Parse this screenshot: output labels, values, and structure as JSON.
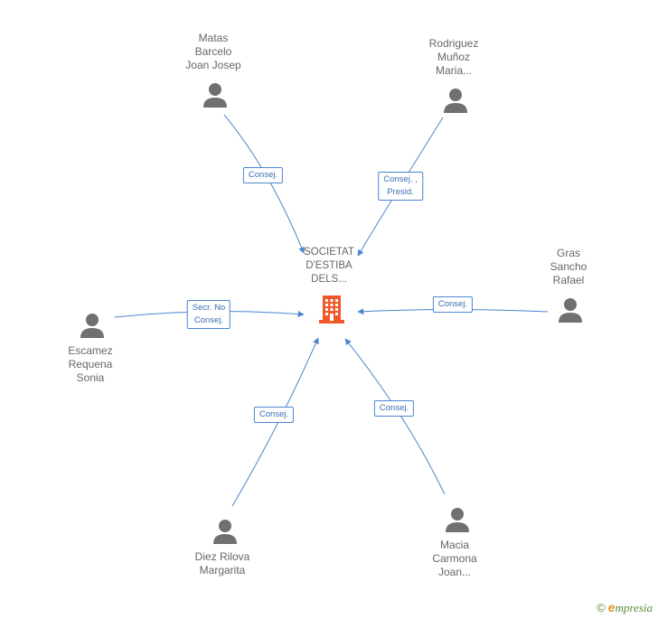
{
  "company": {
    "label_lines": [
      "SOCIETAT",
      "D'ESTIBA",
      "DELS..."
    ],
    "icon": "building-icon",
    "color": "#f0582a"
  },
  "people": [
    {
      "id": "matas",
      "lines": [
        "Matas",
        "Barcelo",
        "Joan Josep"
      ],
      "icon": "person-icon",
      "edge_label": [
        "Consej."
      ]
    },
    {
      "id": "rodriguez",
      "lines": [
        "Rodriguez",
        "Muñoz",
        "Maria..."
      ],
      "icon": "person-icon",
      "edge_label": [
        "Consej. ,",
        "Presid."
      ]
    },
    {
      "id": "gras",
      "lines": [
        "Gras",
        "Sancho",
        "Rafael"
      ],
      "icon": "person-icon",
      "edge_label": [
        "Consej."
      ]
    },
    {
      "id": "escamez",
      "lines": [
        "Escamez",
        "Requena",
        "Sonia"
      ],
      "icon": "person-icon",
      "edge_label": [
        "Secr.  No",
        "Consej."
      ]
    },
    {
      "id": "diez",
      "lines": [
        "Diez Rilova",
        "Margarita"
      ],
      "icon": "person-icon",
      "edge_label": [
        "Consej."
      ]
    },
    {
      "id": "macia",
      "lines": [
        "Macia",
        "Carmona",
        "Joan..."
      ],
      "icon": "person-icon",
      "edge_label": [
        "Consej."
      ]
    }
  ],
  "colors": {
    "edge": "#4a86d0",
    "person_icon": "#707070",
    "text": "#666666"
  },
  "footer": {
    "copyright_symbol": "©",
    "brand_initial": "e",
    "brand_rest": "mpresia"
  }
}
